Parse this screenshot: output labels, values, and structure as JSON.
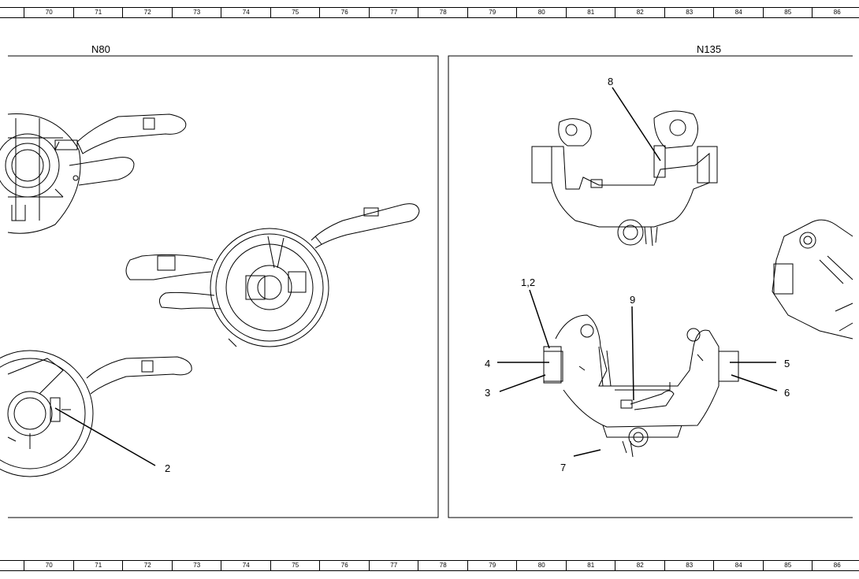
{
  "ruler": {
    "labels": [
      "70",
      "71",
      "72",
      "73",
      "74",
      "75",
      "76",
      "77",
      "78",
      "79",
      "80",
      "81",
      "82",
      "83",
      "84",
      "85",
      "86"
    ]
  },
  "panels": [
    {
      "title": "N80"
    },
    {
      "title": "N135"
    }
  ],
  "callouts": {
    "n80": [
      "2"
    ],
    "n135": [
      "8",
      "1,2",
      "9",
      "4",
      "3",
      "5",
      "6",
      "7"
    ]
  }
}
